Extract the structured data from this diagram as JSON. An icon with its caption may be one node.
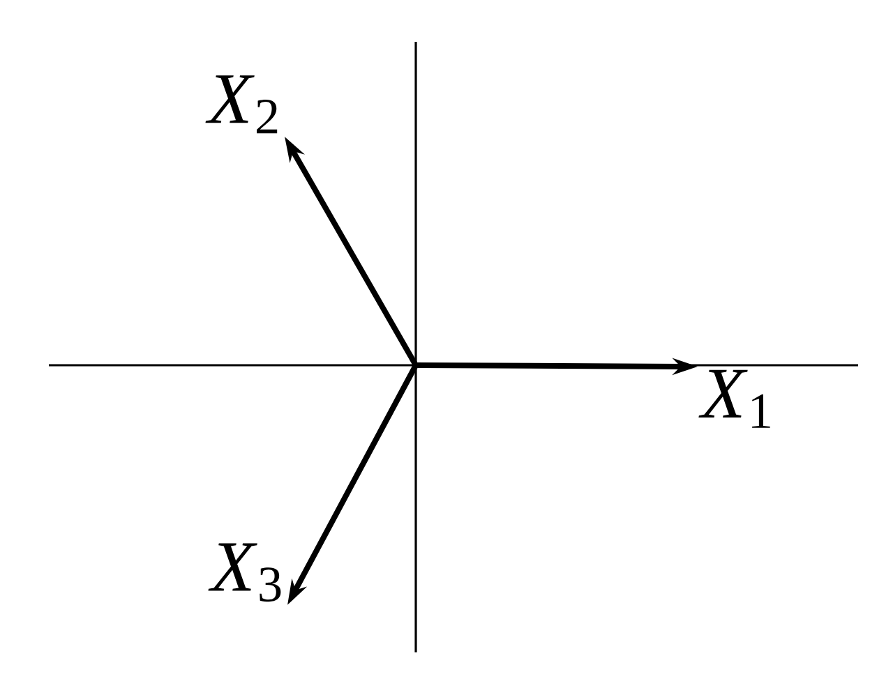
{
  "diagram": {
    "nodes": [
      {
        "text": [
          "*X*$_{1}$"
        ]
      },
      {
        "text": [
          "*X*$_{2}$"
        ]
      },
      {
        "text": [
          "*X*$_{3}$"
        ]
      }
    ],
    "edges": [
      {
        "from": null,
        "to": 0,
        "arrow": "to"
      },
      {
        "from": null,
        "to": 1,
        "arrow": "to"
      },
      {
        "from": null,
        "to": 2,
        "arrow": "to"
      }
    ]
  }
}
